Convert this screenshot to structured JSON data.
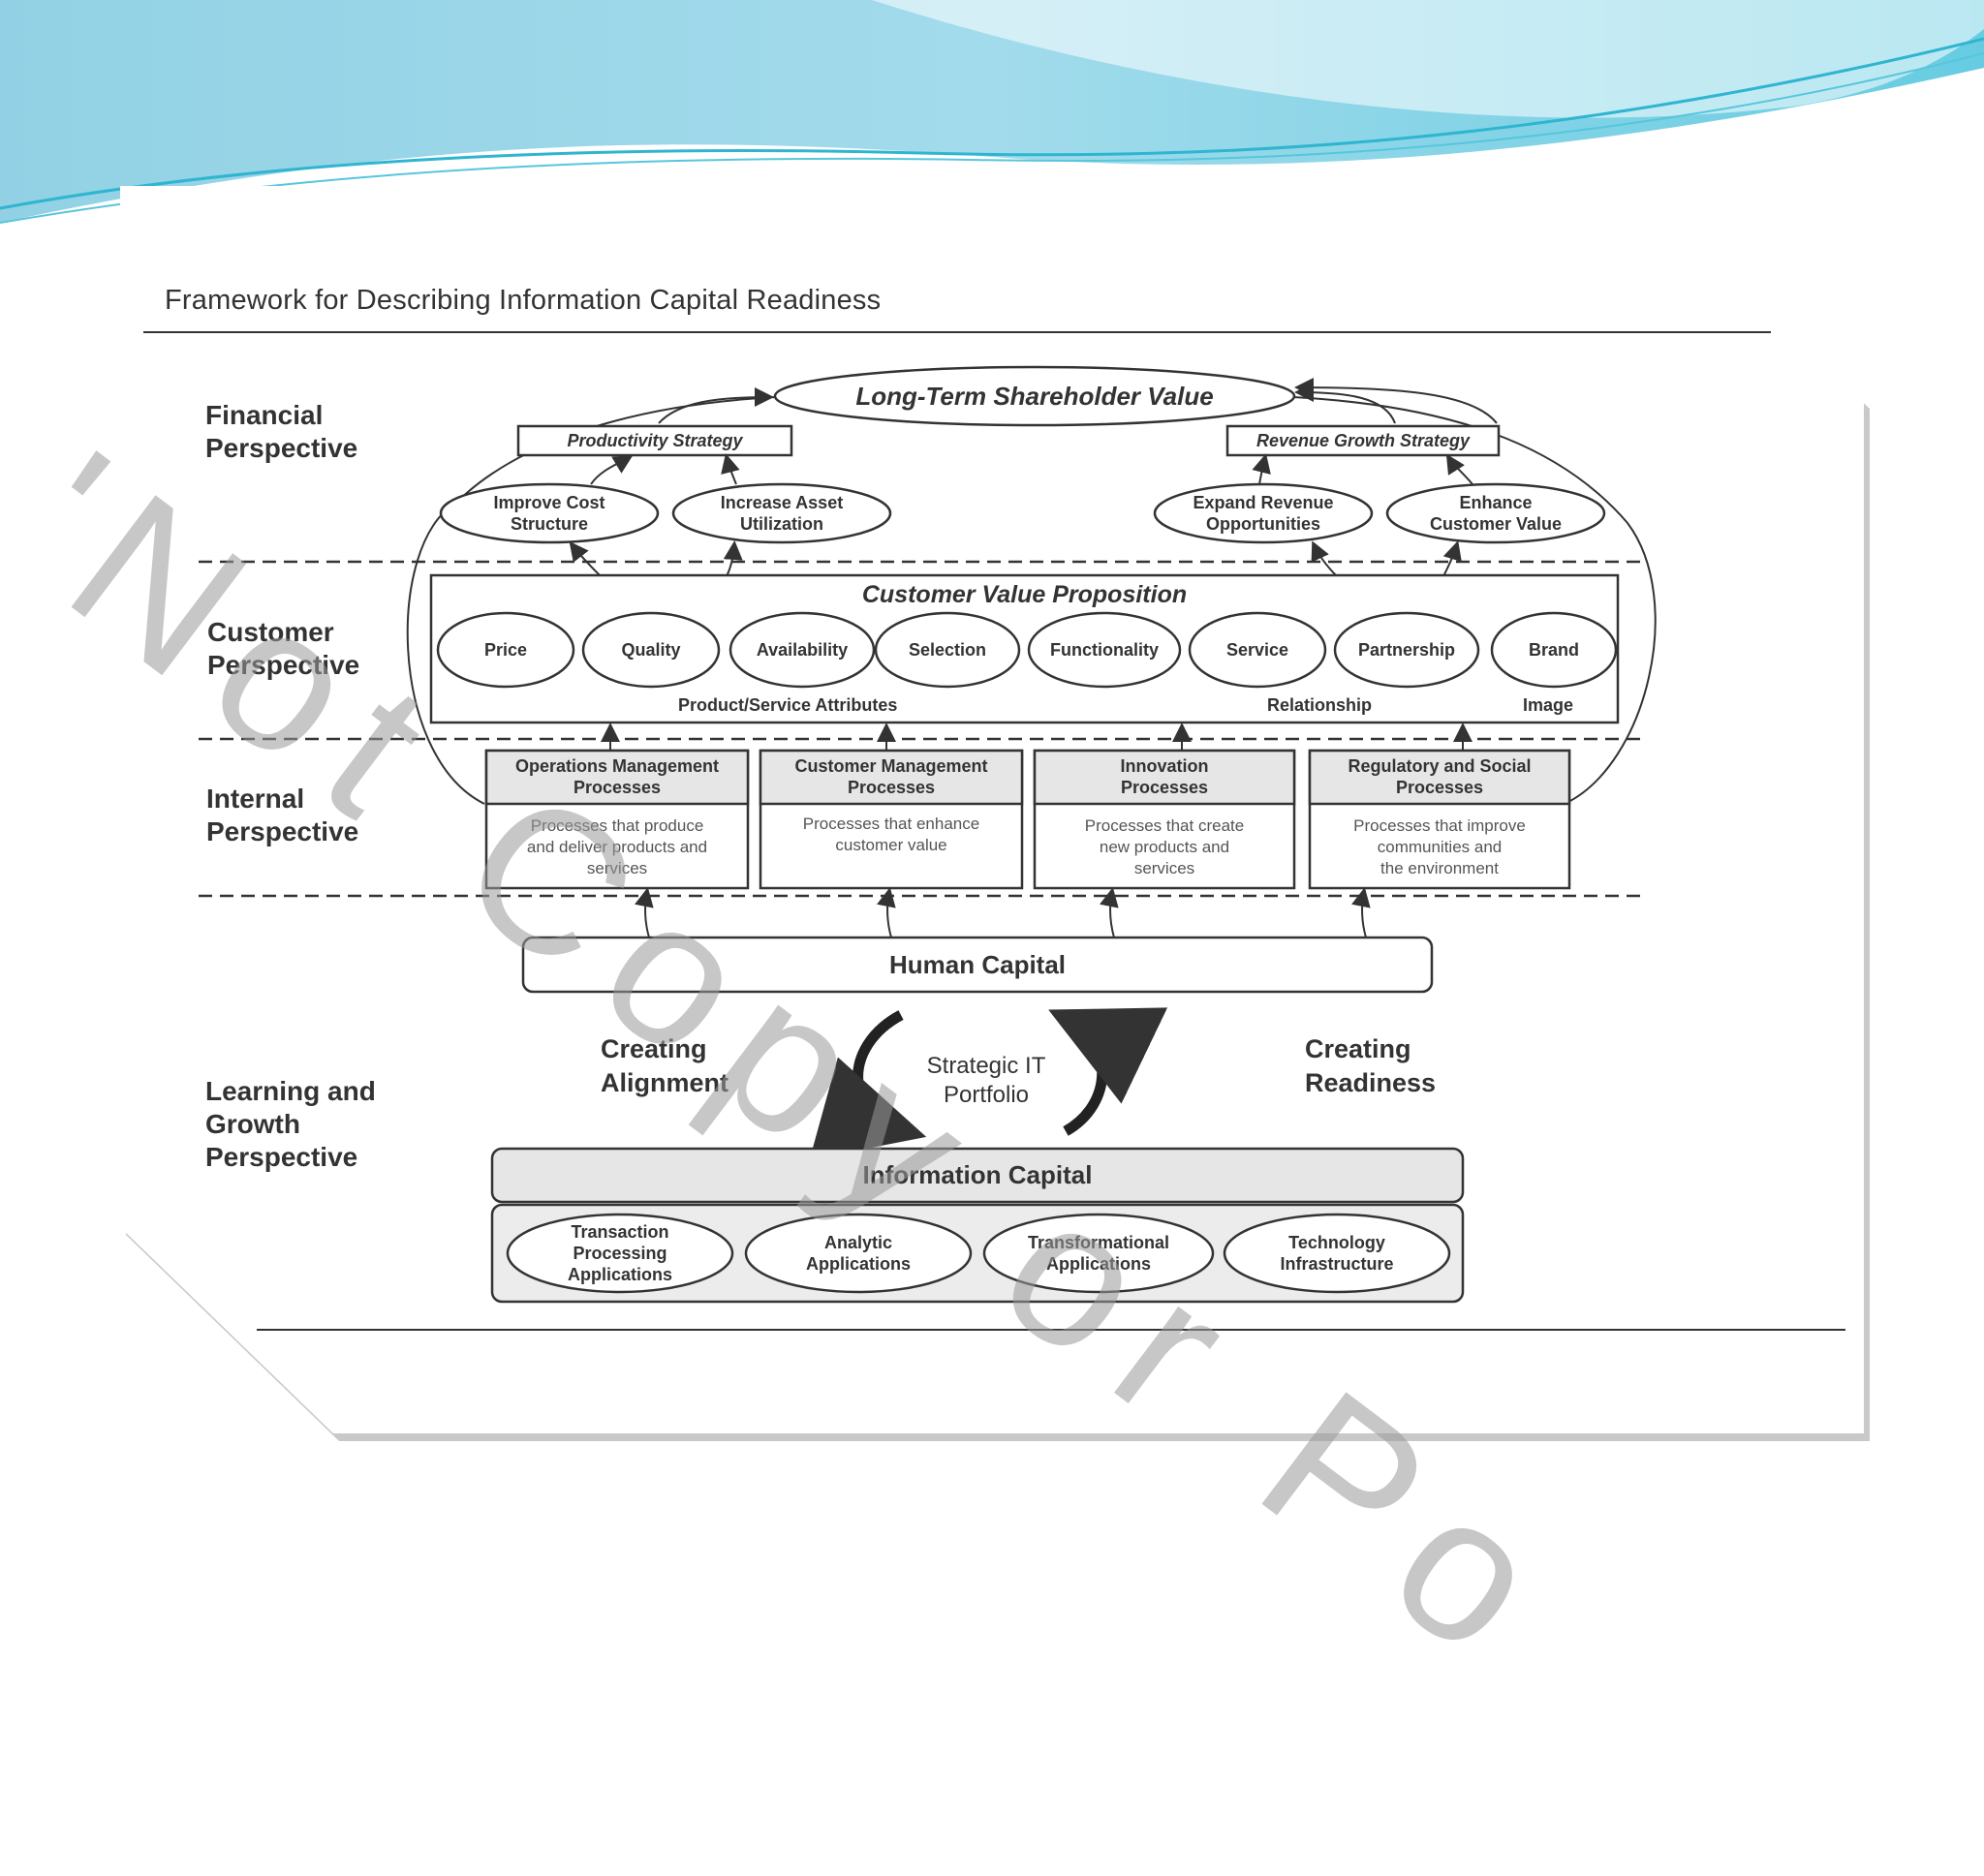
{
  "title": "Framework for Describing Information Capital Readiness",
  "watermark": "'Not Copy or Po",
  "perspectives": {
    "financial": "Financial\nPerspective",
    "customer": "Customer\nPerspective",
    "internal": "Internal\nPerspective",
    "learning": "Learning and\nGrowth\nPerspective"
  },
  "financial": {
    "top": "Long-Term Shareholder Value",
    "productivity": "Productivity Strategy",
    "revenue": "Revenue Growth Strategy",
    "ovals": [
      "Improve Cost\nStructure",
      "Increase Asset\nUtilization",
      "Expand Revenue\nOpportunities",
      "Enhance\nCustomer Value"
    ]
  },
  "customer": {
    "title": "Customer Value Proposition",
    "attributes": [
      "Price",
      "Quality",
      "Availability",
      "Selection",
      "Functionality",
      "Service",
      "Partnership",
      "Brand"
    ],
    "groups": [
      "Product/Service Attributes",
      "Relationship",
      "Image"
    ]
  },
  "internal": [
    {
      "head": "Operations Management\nProcesses",
      "body": "Processes that produce\nand deliver products and\nservices"
    },
    {
      "head": "Customer Management\nProcesses",
      "body": "Processes that enhance\ncustomer value"
    },
    {
      "head": "Innovation\nProcesses",
      "body": "Processes that create\nnew products and\nservices"
    },
    {
      "head": "Regulatory and Social\nProcesses",
      "body": "Processes that improve\ncommunities and\nthe environment"
    }
  ],
  "learning": {
    "human_capital": "Human Capital",
    "creating_alignment": "Creating\nAlignment",
    "strategic_it": "Strategic IT\nPortfolio",
    "creating_readiness": "Creating\nReadiness",
    "information_capital": "Information Capital",
    "apps": [
      "Transaction\nProcessing\nApplications",
      "Analytic\nApplications",
      "Transformational\nApplications",
      "Technology\nInfrastructure"
    ]
  },
  "colors": {
    "swoosh_light": "#bfe9f2",
    "swoosh_mid": "#7fd3e6",
    "swoosh_dark": "#3fb8d2",
    "line": "#333333",
    "box_fill": "#e6e6e6",
    "watermark": "#9a9a9a"
  }
}
